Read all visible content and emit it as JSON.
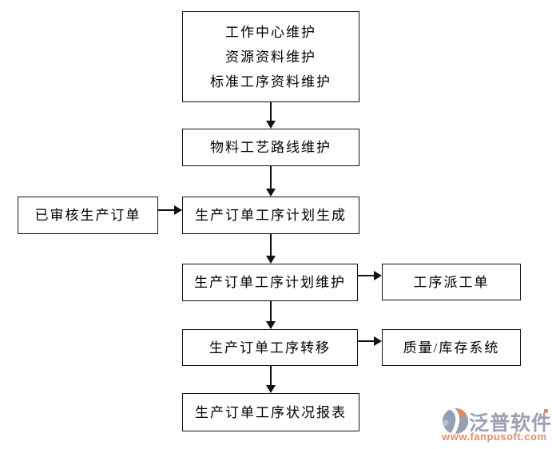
{
  "diagram": {
    "box_border_color": "#111111",
    "master_box": {
      "line1": "工作中心维护",
      "line2": "资源资料维护",
      "line3": "标准工序资料维护"
    },
    "routing_box": "物料工艺路线维护",
    "approved_order_box": "已审核生产订单",
    "plan_generate_box": "生产订单工序计划生成",
    "plan_maintain_box": "生产订单工序计划维护",
    "dispatch_box": "工序派工单",
    "transfer_box": "生产订单工序转移",
    "quality_box": "质量/库存系统",
    "report_box": "生产订单工序状况报表"
  },
  "logo": {
    "brand": "泛普软件",
    "website": "www.fanpusoft.com",
    "brand_color": "#98a2b4",
    "website_color": "#dc8f6b",
    "icon_gray": "#94a0b4",
    "icon_orange": "#dd8a63"
  }
}
